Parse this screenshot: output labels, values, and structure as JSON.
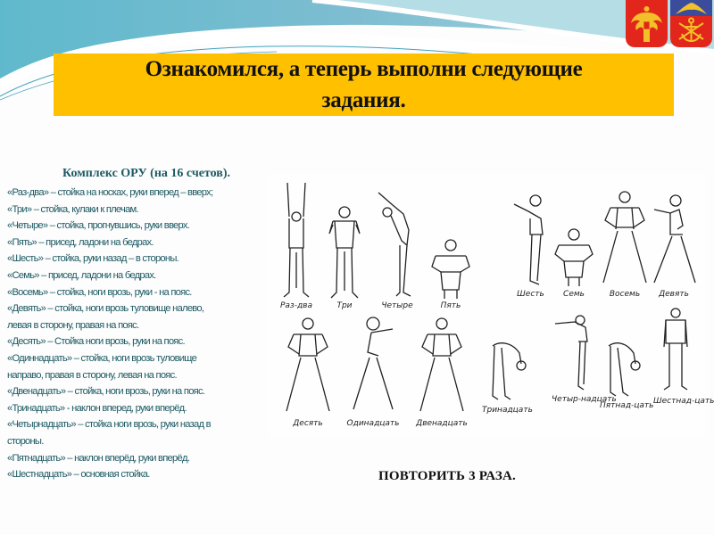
{
  "header": {
    "title": "Ознакомился, а теперь выполни следующие задания.",
    "emblems": [
      {
        "name": "russia-coat-of-arms",
        "color": "#e3261b"
      },
      {
        "name": "murmansk-region-coat-of-arms",
        "color": "#e3261b"
      }
    ],
    "banner_color": "#ffc000"
  },
  "exercise_list": {
    "title": "Комплекс ОРУ (на 16 счетов).",
    "items": [
      "«Раз-два» – стойка на носках, руки вперед – вверх;",
      "«Три» – стойка, кулаки к плечам.",
      "«Четыре» – стойка, прогнувшись, руки вверх.",
      "«Пять» – присед,  ладони на бедрах.",
      "«Шесть» – стойка, руки назад – в стороны.",
      "«Семь» – присед, ладони на бедрах.",
      "«Восемь» – стойка, ноги врозь, руки - на пояс.",
      "«Девять» – стойка, ноги врозь туловище налево,",
      "левая в сторону, правая на пояс.",
      "«Десять» – Стойка ноги врозь, руки на пояс.",
      "«Одиннадцать» –  стойка, ноги врозь туловище",
      "направо, правая в сторону, левая на пояс.",
      "«Двенадцать» – стойка, ноги врозь, руки на пояс.",
      "«Тринадцать» - наклон вперед, руки вперёд.",
      "«Четырнадцать» – стойка ноги врозь, руки назад в",
      "стороны.",
      "«Пятнадцать» – наклон вперёд, руки вперёд.",
      "«Шестнадцать» – основная стойка."
    ],
    "text_color": "#1d5a63"
  },
  "illustration": {
    "row1": [
      "Раз-два",
      "Три",
      "Четыре",
      "Пять",
      "Шесть",
      "Семь",
      "Восемь",
      "Девять"
    ],
    "row2": [
      "Десять",
      "Одинадцать",
      "Двенадцать",
      "Тринадцать",
      "Четыр-надцать",
      "Пятнад-цать",
      "Шестнад-цать"
    ]
  },
  "footer": {
    "repeat_text": "ПОВТОРИТЬ 3 РАЗА."
  }
}
